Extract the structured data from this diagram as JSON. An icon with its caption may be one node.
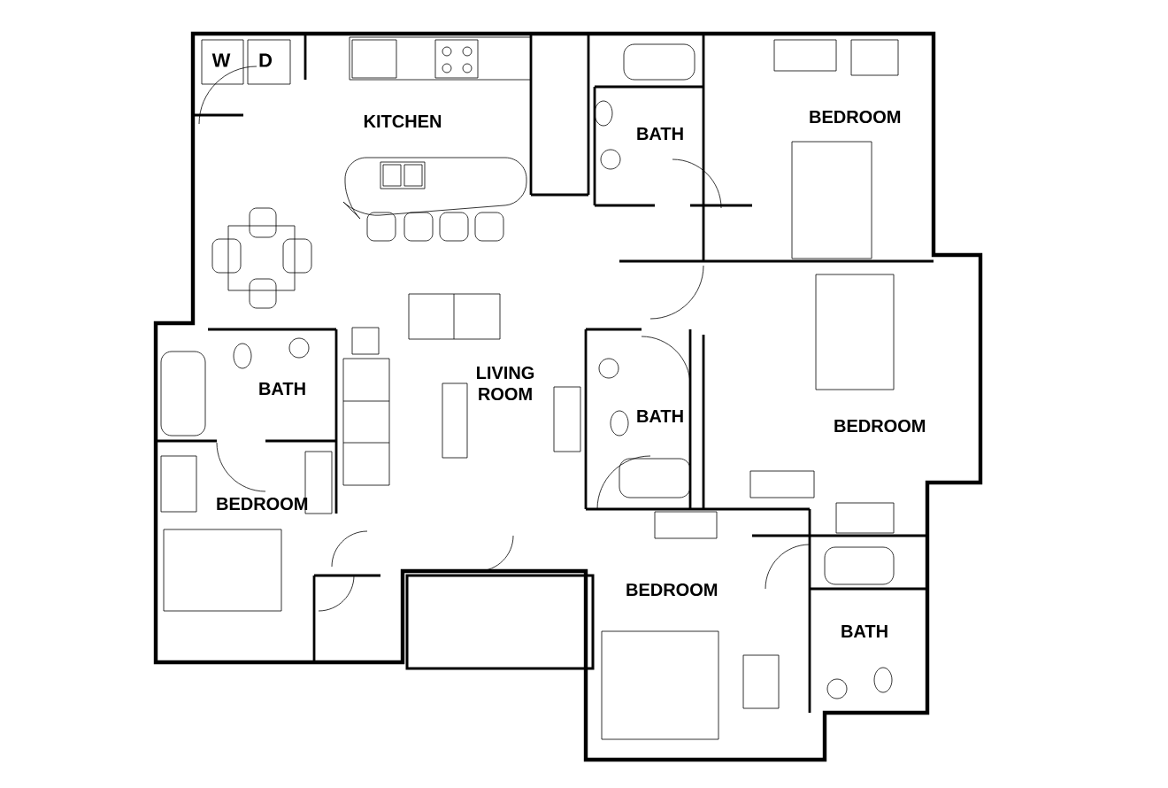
{
  "diagram": {
    "labels": [
      "W",
      "D",
      "BEDROOM",
      "KITCHEN",
      "BATH",
      "LIVING ROOM",
      "BATH",
      "BATH",
      "BEDROOM",
      "BEDROOM",
      "BEDROOM",
      "BATH"
    ]
  }
}
